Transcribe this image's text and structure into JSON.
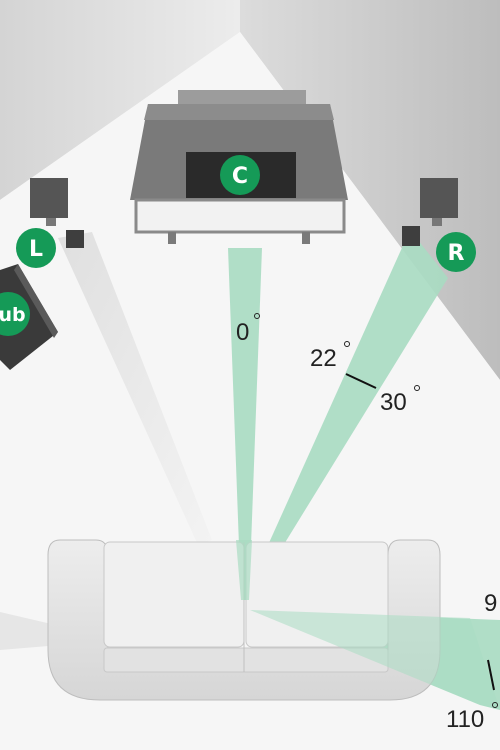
{
  "speakers": {
    "left": "L",
    "center": "C",
    "right": "R",
    "subwoofer": "ub"
  },
  "angles": {
    "center": "0",
    "front_min": "22",
    "front_max": "30",
    "surround_min": "9",
    "surround_max": "110"
  },
  "colors": {
    "badge": "#159a57",
    "beam_green": "#a9dcc2",
    "beam_gray": "#e6e6e6",
    "wall": "#cfcfcf"
  }
}
